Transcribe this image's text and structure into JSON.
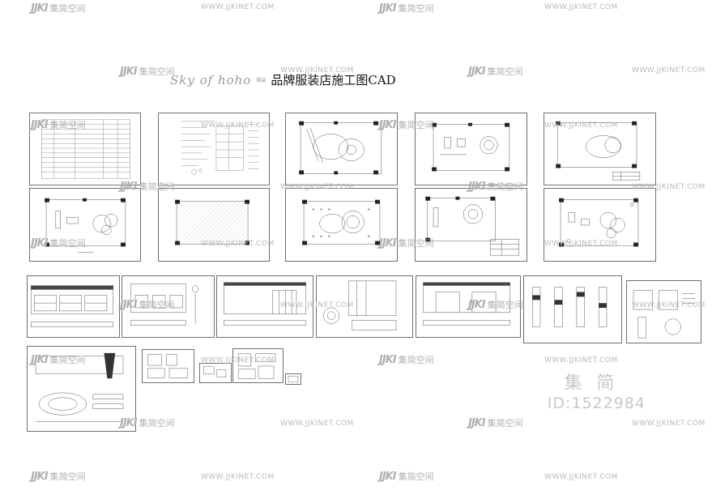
{
  "document": {
    "title": "品牌服装店施工图CAD",
    "script_logo": "Sky of hoho",
    "script_logo_sub": "服装"
  },
  "watermark": {
    "brand_latin": "JJKI",
    "brand_cn": "集简空间",
    "site": "WWW.JJKINET.COM",
    "big_cn": "集简",
    "big_id": "ID:1522984"
  },
  "colors": {
    "line": "#555555",
    "sheet_border": "#6f6f6f",
    "fill_dark": "#222222",
    "watermark": "#b9b9b9"
  },
  "sheets": [
    {
      "type": "table"
    },
    {
      "type": "notes"
    },
    {
      "type": "plan-circle"
    },
    {
      "type": "plan-circle"
    },
    {
      "type": "plan-circle"
    },
    {
      "type": "plan-circle"
    },
    {
      "type": "hatch"
    },
    {
      "type": "plan-circle"
    },
    {
      "type": "plan-circle"
    },
    {
      "type": "plan-circle"
    },
    {
      "type": "elevation"
    },
    {
      "type": "elevation"
    },
    {
      "type": "elevation"
    },
    {
      "type": "elevation"
    },
    {
      "type": "elevation"
    },
    {
      "type": "panels"
    },
    {
      "type": "details"
    },
    {
      "type": "detail-large"
    },
    {
      "type": "small"
    },
    {
      "type": "small"
    },
    {
      "type": "small"
    }
  ]
}
